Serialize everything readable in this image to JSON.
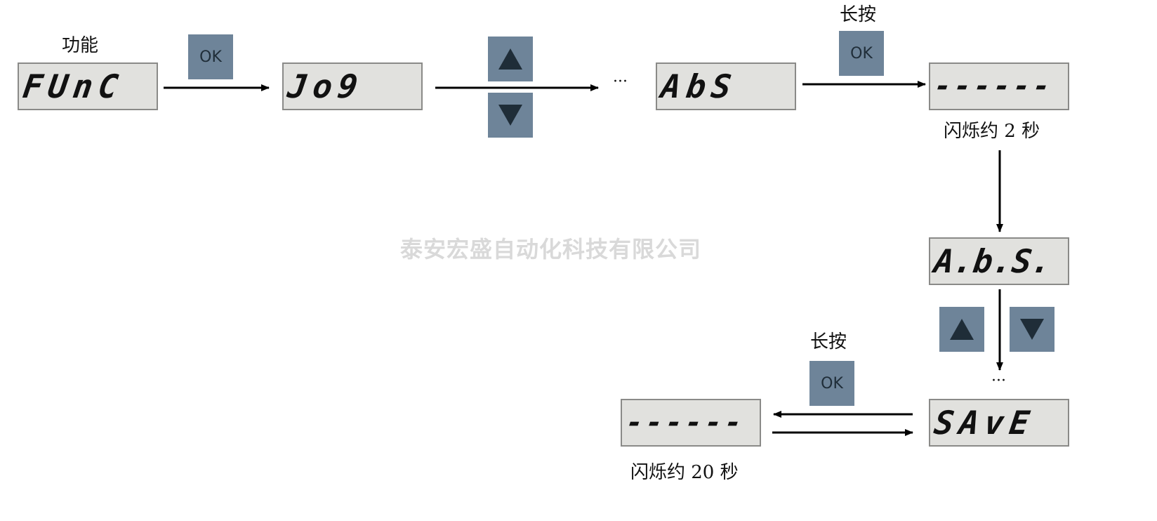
{
  "labels": {
    "function": "功能",
    "long_press_top": "长按",
    "long_press_bottom": "长按",
    "blink_2s": "闪烁约  2  秒",
    "blink_20s": "闪烁约  20  秒",
    "ellipsis_top": "···",
    "ellipsis_right": "···"
  },
  "displays": {
    "func": "FUnC",
    "jog": "Jo9",
    "abs": "AbS",
    "dashes_top": "------",
    "abs_dot": "A.b.S.",
    "save": "SAvE",
    "dashes_bottom": "------"
  },
  "keys": {
    "ok": "OK",
    "up_icon": "triangle-up-icon",
    "down_icon": "triangle-down-icon"
  },
  "watermark": "泰安宏盛自动化科技有限公司",
  "colors": {
    "key_fill": "#6e8499",
    "key_glyph": "#1f2d38",
    "lcd_fill": "#e1e1de",
    "lcd_border": "#8a8a88",
    "watermark": "#d9d9d9"
  }
}
